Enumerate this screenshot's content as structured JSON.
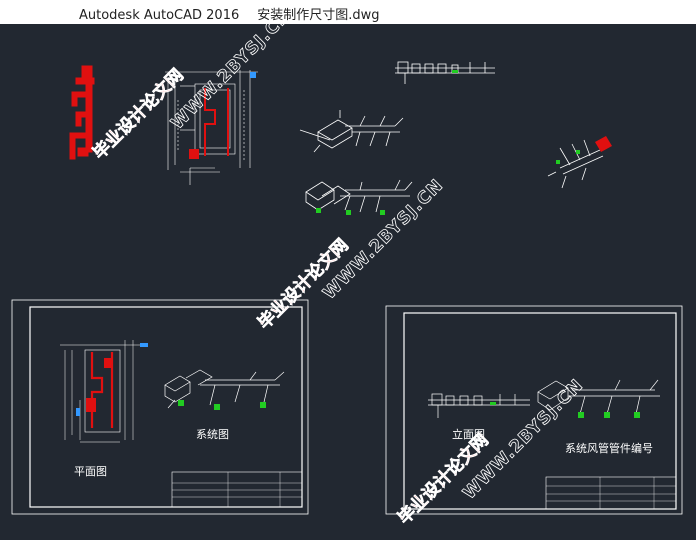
{
  "window": {
    "app_name": "Autodesk AutoCAD 2016",
    "file_name": "安装制作尺寸图.dwg"
  },
  "drawing": {
    "sheet_left_title": "平面图",
    "sheet_left_system": "系统图",
    "sheet_right_elevation": "立面图",
    "sheet_right_title": "系统风管管件编号"
  },
  "watermarks": {
    "text_cn": "毕业设计论文网",
    "text_url": "WWW.2BYSJ.CN"
  },
  "colors": {
    "canvas_bg": "#222831",
    "line_white": "#ffffff",
    "red": "#e01010",
    "green": "#22cc22",
    "cyan": "#3399ff"
  }
}
